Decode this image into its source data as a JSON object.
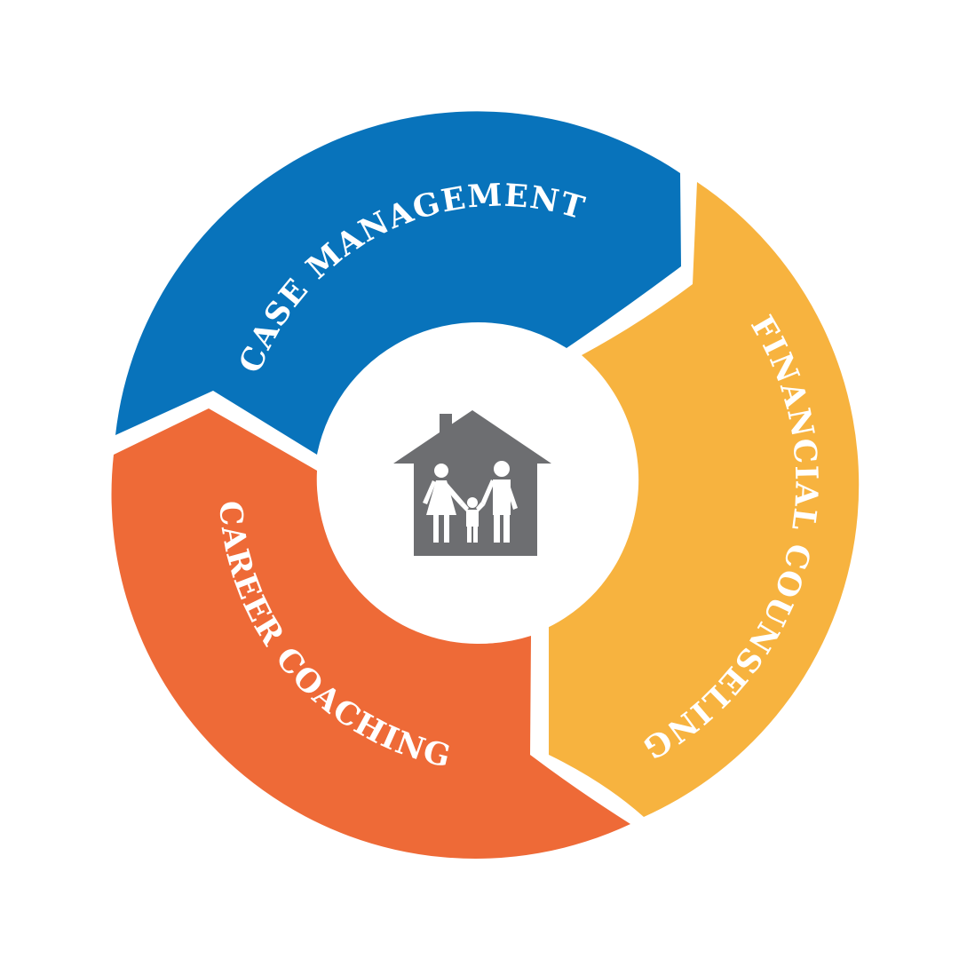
{
  "diagram": {
    "segments": [
      {
        "id": "case",
        "label": "CASE MANAGEMENT",
        "color": "#0873BB"
      },
      {
        "id": "financial",
        "label": "FINANCIAL COUNSELING",
        "color": "#F7B33F"
      },
      {
        "id": "career",
        "label": "CAREER COACHING",
        "color": "#EE6A37"
      }
    ],
    "center": {
      "icon": "house-family-icon",
      "icon_color": "#6D6E71",
      "background": "#ffffff"
    }
  }
}
